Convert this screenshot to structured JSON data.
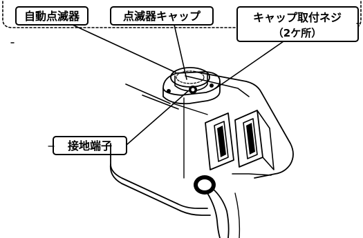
{
  "labels": {
    "auto_blinker": "自動点滅器",
    "blinker_cap": "点滅器キャップ",
    "cap_screw_line1": "キャップ取付ネジ",
    "cap_screw_line2": "（2ケ所）",
    "ground_terminal": "接地端子"
  }
}
